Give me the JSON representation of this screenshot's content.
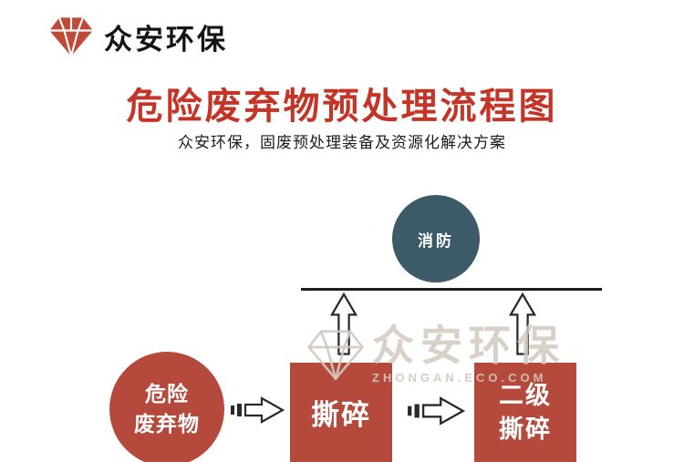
{
  "brand": {
    "name": "众安环保",
    "logo_icon": "diamond-gem-icon"
  },
  "title": {
    "main": "危险废弃物预处理流程图",
    "subtitle": "众安环保，固废预处理装备及资源化解决方案"
  },
  "flow": {
    "fire_node": "消防",
    "waste_node_line1": "危险",
    "waste_node_line2": "废弃物",
    "shred_node": "撕碎",
    "secondary_node_line1": "二级",
    "secondary_node_line2": "撕碎"
  },
  "watermark": {
    "text": "众安环保",
    "subtext": "ZHONGAN.ECO.COM"
  },
  "colors": {
    "brand_red": "#c04a35",
    "title_red": "#c43527",
    "box_red": "#b54a3c",
    "fire_teal": "#3d5a68",
    "line_black": "#1d1d1d",
    "watermark_gray": "#d2c8be"
  }
}
